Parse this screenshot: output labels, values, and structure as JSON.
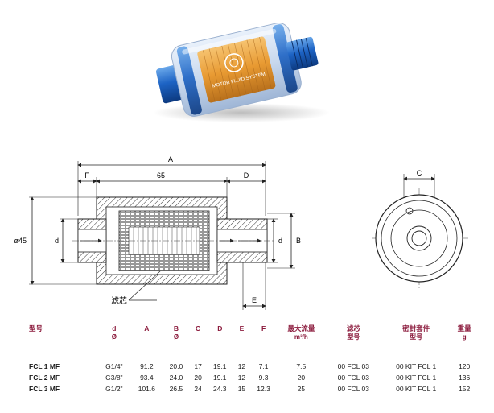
{
  "drawing_labels": {
    "A": "A",
    "F": "F",
    "dim65": "65",
    "D": "D",
    "C": "C",
    "E": "E",
    "d_left": "d",
    "d_right": "d",
    "B": "B",
    "phi45": "ø45",
    "filter_callout": "滤芯"
  },
  "product_text": "MOTOR FLUID SYSTEM",
  "table": {
    "headers": [
      {
        "main": "型号",
        "sub": ""
      },
      {
        "main": "d",
        "sub": "Ø"
      },
      {
        "main": "A",
        "sub": ""
      },
      {
        "main": "B",
        "sub": "Ø"
      },
      {
        "main": "C",
        "sub": ""
      },
      {
        "main": "D",
        "sub": ""
      },
      {
        "main": "E",
        "sub": ""
      },
      {
        "main": "F",
        "sub": ""
      },
      {
        "main": "最大流量",
        "sub": "m³/h"
      },
      {
        "main": "滤芯",
        "sub": "型号"
      },
      {
        "main": "密封套件",
        "sub": "型号"
      },
      {
        "main": "重量",
        "sub": "g"
      }
    ],
    "rows": [
      [
        "FCL 1 MF",
        "G1/4\"",
        "91.2",
        "20.0",
        "17",
        "19.1",
        "12",
        "7.1",
        "7.5",
        "00 FCL 03",
        "00 KIT FCL 1",
        "120"
      ],
      [
        "FCL 2 MF",
        "G3/8\"",
        "93.4",
        "24.0",
        "20",
        "19.1",
        "12",
        "9.3",
        "20",
        "00 FCL 03",
        "00 KIT FCL 1",
        "136"
      ],
      [
        "FCL 3 MF",
        "G1/2\"",
        "101.6",
        "26.5",
        "24",
        "24.3",
        "15",
        "12.3",
        "25",
        "00 FCL 03",
        "00 KIT FCL 1",
        "152"
      ]
    ]
  },
  "colors": {
    "accent": "#8b1a3c",
    "body_blue": "#1f5fb0",
    "element_orange": "#e8a040"
  }
}
